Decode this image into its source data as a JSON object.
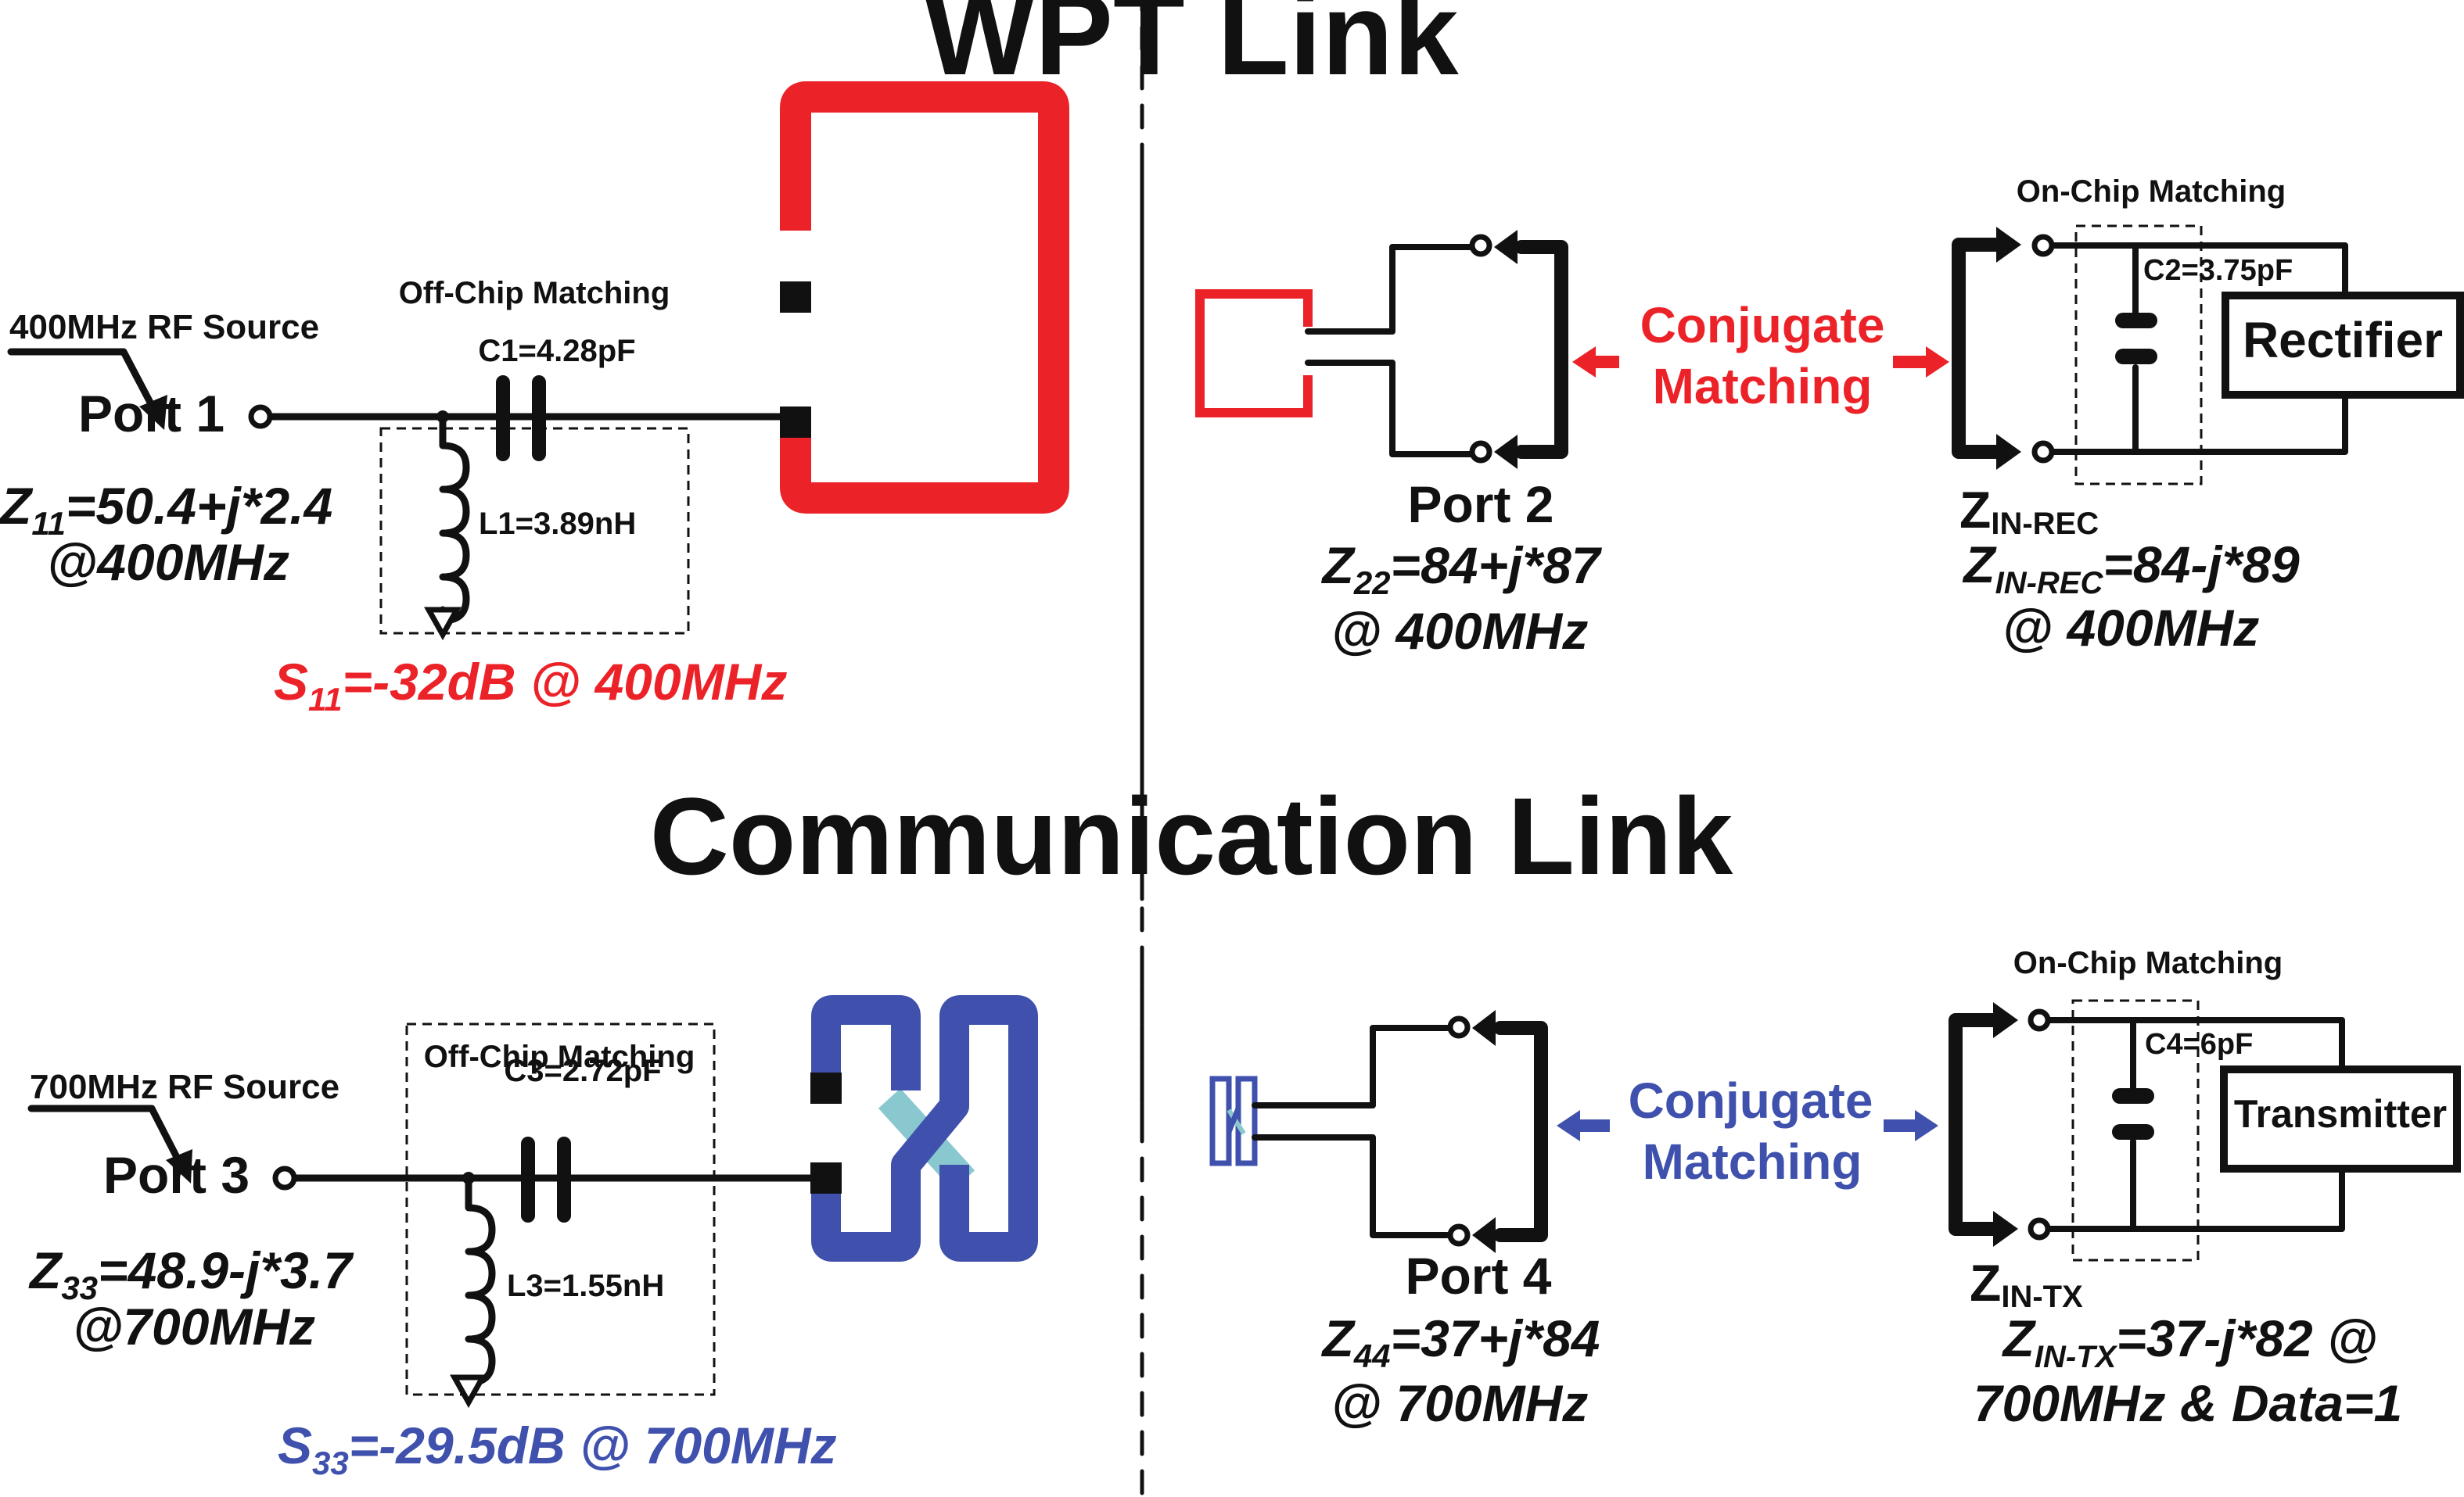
{
  "colors": {
    "wpt_accent": "#EC2229",
    "comm_accent": "#3F51AD",
    "comm_crossover": "#8AC8D0",
    "ink": "#111111",
    "background": "#FFFFFF"
  },
  "wpt": {
    "title": "WPT Link",
    "tx": {
      "source_label": "400MHz RF Source",
      "port_label": "Port 1",
      "matching_label": "Off-Chip Matching",
      "capacitor_label": "C1=4.28pF",
      "inductor_label": "L1=3.89nH",
      "impedance": {
        "symbol": "Z",
        "sub": "11",
        "value": "=50.4+",
        "j": "j",
        "imag": "*2.4"
      },
      "freq": "@400MHz",
      "s_param": {
        "symbol": "S",
        "sub": "11",
        "value": "=-32dB @ 400MHz"
      },
      "antenna_icon": "square-loop-antenna-icon"
    },
    "rx": {
      "port_label": "Port 2",
      "impedance": {
        "symbol": "Z",
        "sub": "22",
        "value": "=84+",
        "j": "j",
        "imag": "*87"
      },
      "freq": "@ 400MHz",
      "antenna_icon": "small-loop-antenna-icon"
    },
    "conjugate": {
      "line1": "Conjugate",
      "line2": "Matching"
    },
    "onchip": {
      "matching_label": "On-Chip Matching",
      "capacitor_label": "C2=3.75pF",
      "block_label": "Rectifier",
      "zin_label": {
        "symbol": "Z",
        "sub": "IN-REC"
      },
      "impedance": {
        "symbol": "Z",
        "sub": "IN-REC",
        "value": "=84-",
        "j": "j",
        "imag": "*89"
      },
      "freq": "@ 400MHz"
    }
  },
  "comm": {
    "title": "Communication Link",
    "tx": {
      "source_label": "700MHz RF Source",
      "port_label": "Port 3",
      "matching_label": "Off-Chip Matching",
      "capacitor_label": "C3=2.72pF",
      "inductor_label": "L3=1.55nH",
      "impedance": {
        "symbol": "Z",
        "sub": "33",
        "value": "=48.9-",
        "j": "j",
        "imag": "*3.7"
      },
      "freq": "@700MHz",
      "s_param": {
        "symbol": "S",
        "sub": "33",
        "value": "=-29.5dB @ 700MHz"
      },
      "antenna_icon": "meander-crossover-antenna-icon"
    },
    "rx": {
      "port_label": "Port 4",
      "impedance": {
        "symbol": "Z",
        "sub": "44",
        "value": "=37+",
        "j": "j",
        "imag": "*84"
      },
      "freq": "@ 700MHz",
      "antenna_icon": "small-meander-antenna-icon"
    },
    "conjugate": {
      "line1": "Conjugate",
      "line2": "Matching"
    },
    "onchip": {
      "matching_label": "On-Chip Matching",
      "capacitor_label": "C4=6pF",
      "block_label": "Transmitter",
      "zin_label": {
        "symbol": "Z",
        "sub": "IN-TX"
      },
      "impedance": {
        "symbol": "Z",
        "sub": "IN-TX",
        "value": "=37-",
        "j": "j",
        "imag": "*82 @"
      },
      "freq": "700MHz & Data=1"
    }
  }
}
